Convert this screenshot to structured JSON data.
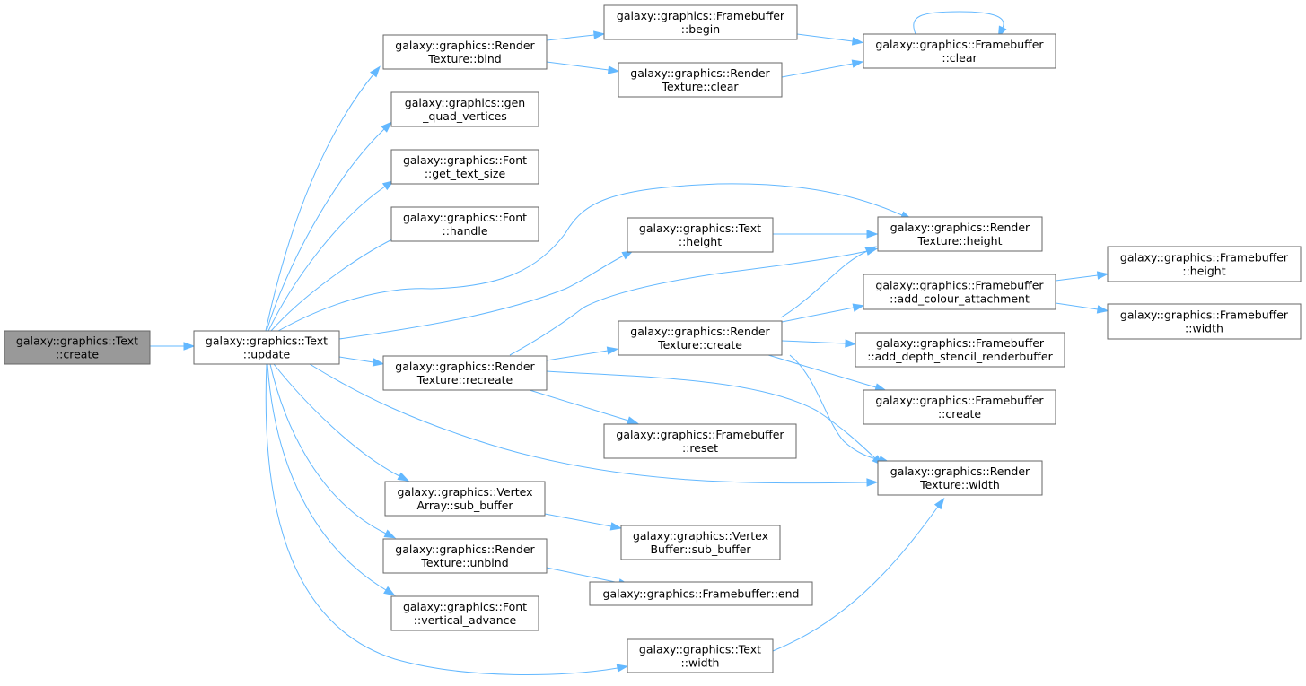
{
  "diagram": {
    "type": "call-graph",
    "colors": {
      "edge": "#63b8ff",
      "root_fill": "#999999",
      "node_fill": "#ffffff",
      "node_border": "#666666"
    },
    "nodes": [
      {
        "id": "text_create",
        "lines": [
          "galaxy::graphics::Text",
          "::create"
        ],
        "root": true
      },
      {
        "id": "text_update",
        "lines": [
          "galaxy::graphics::Text",
          "::update"
        ]
      },
      {
        "id": "rt_bind",
        "lines": [
          "galaxy::graphics::Render",
          "Texture::bind"
        ]
      },
      {
        "id": "gen_quad",
        "lines": [
          "galaxy::graphics::gen",
          "_quad_vertices"
        ]
      },
      {
        "id": "font_get_text_size",
        "lines": [
          "galaxy::graphics::Font",
          "::get_text_size"
        ]
      },
      {
        "id": "font_handle",
        "lines": [
          "galaxy::graphics::Font",
          "::handle"
        ]
      },
      {
        "id": "rt_recreate",
        "lines": [
          "galaxy::graphics::Render",
          "Texture::recreate"
        ]
      },
      {
        "id": "va_sub_buffer",
        "lines": [
          "galaxy::graphics::Vertex",
          "Array::sub_buffer"
        ]
      },
      {
        "id": "rt_unbind",
        "lines": [
          "galaxy::graphics::Render",
          "Texture::unbind"
        ]
      },
      {
        "id": "font_vertical_advance",
        "lines": [
          "galaxy::graphics::Font",
          "::vertical_advance"
        ]
      },
      {
        "id": "fb_begin",
        "lines": [
          "galaxy::graphics::Framebuffer",
          "::begin"
        ]
      },
      {
        "id": "rt_clear",
        "lines": [
          "galaxy::graphics::Render",
          "Texture::clear"
        ]
      },
      {
        "id": "fb_clear",
        "lines": [
          "galaxy::graphics::Framebuffer",
          "::clear"
        ]
      },
      {
        "id": "text_height",
        "lines": [
          "galaxy::graphics::Text",
          "::height"
        ]
      },
      {
        "id": "rt_height",
        "lines": [
          "galaxy::graphics::Render",
          "Texture::height"
        ]
      },
      {
        "id": "rt_create",
        "lines": [
          "galaxy::graphics::Render",
          "Texture::create"
        ]
      },
      {
        "id": "fb_reset",
        "lines": [
          "galaxy::graphics::Framebuffer",
          "::reset"
        ]
      },
      {
        "id": "rt_width",
        "lines": [
          "galaxy::graphics::Render",
          "Texture::width"
        ]
      },
      {
        "id": "vb_sub_buffer",
        "lines": [
          "galaxy::graphics::Vertex",
          "Buffer::sub_buffer"
        ]
      },
      {
        "id": "fb_end",
        "lines": [
          "galaxy::graphics::Framebuffer::end"
        ]
      },
      {
        "id": "text_width",
        "lines": [
          "galaxy::graphics::Text",
          "::width"
        ]
      },
      {
        "id": "fb_add_colour",
        "lines": [
          "galaxy::graphics::Framebuffer",
          "::add_colour_attachment"
        ]
      },
      {
        "id": "fb_add_depth",
        "lines": [
          "galaxy::graphics::Framebuffer",
          "::add_depth_stencil_renderbuffer"
        ]
      },
      {
        "id": "fb_create",
        "lines": [
          "galaxy::graphics::Framebuffer",
          "::create"
        ]
      },
      {
        "id": "fb_height",
        "lines": [
          "galaxy::graphics::Framebuffer",
          "::height"
        ]
      },
      {
        "id": "fb_width",
        "lines": [
          "galaxy::graphics::Framebuffer",
          "::width"
        ]
      }
    ],
    "edges": [
      {
        "from": "text_create",
        "to": "text_update"
      },
      {
        "from": "text_update",
        "to": "rt_bind"
      },
      {
        "from": "text_update",
        "to": "gen_quad"
      },
      {
        "from": "text_update",
        "to": "font_get_text_size"
      },
      {
        "from": "text_update",
        "to": "font_handle"
      },
      {
        "from": "text_update",
        "to": "rt_height"
      },
      {
        "from": "text_update",
        "to": "text_height"
      },
      {
        "from": "text_update",
        "to": "rt_recreate"
      },
      {
        "from": "text_update",
        "to": "rt_width"
      },
      {
        "from": "text_update",
        "to": "va_sub_buffer"
      },
      {
        "from": "text_update",
        "to": "rt_unbind"
      },
      {
        "from": "text_update",
        "to": "font_vertical_advance"
      },
      {
        "from": "text_update",
        "to": "text_width"
      },
      {
        "from": "rt_bind",
        "to": "fb_begin"
      },
      {
        "from": "rt_bind",
        "to": "rt_clear"
      },
      {
        "from": "fb_begin",
        "to": "fb_clear"
      },
      {
        "from": "rt_clear",
        "to": "fb_clear"
      },
      {
        "from": "fb_clear",
        "to": "fb_clear"
      },
      {
        "from": "text_height",
        "to": "rt_height"
      },
      {
        "from": "rt_recreate",
        "to": "rt_height"
      },
      {
        "from": "rt_recreate",
        "to": "rt_create"
      },
      {
        "from": "rt_recreate",
        "to": "fb_reset"
      },
      {
        "from": "rt_recreate",
        "to": "rt_width"
      },
      {
        "from": "rt_create",
        "to": "rt_height"
      },
      {
        "from": "rt_create",
        "to": "fb_add_colour"
      },
      {
        "from": "rt_create",
        "to": "fb_add_depth"
      },
      {
        "from": "rt_create",
        "to": "fb_create"
      },
      {
        "from": "rt_create",
        "to": "rt_width"
      },
      {
        "from": "fb_add_colour",
        "to": "fb_height"
      },
      {
        "from": "fb_add_colour",
        "to": "fb_width"
      },
      {
        "from": "va_sub_buffer",
        "to": "vb_sub_buffer"
      },
      {
        "from": "rt_unbind",
        "to": "fb_end"
      },
      {
        "from": "text_width",
        "to": "rt_width"
      }
    ]
  }
}
